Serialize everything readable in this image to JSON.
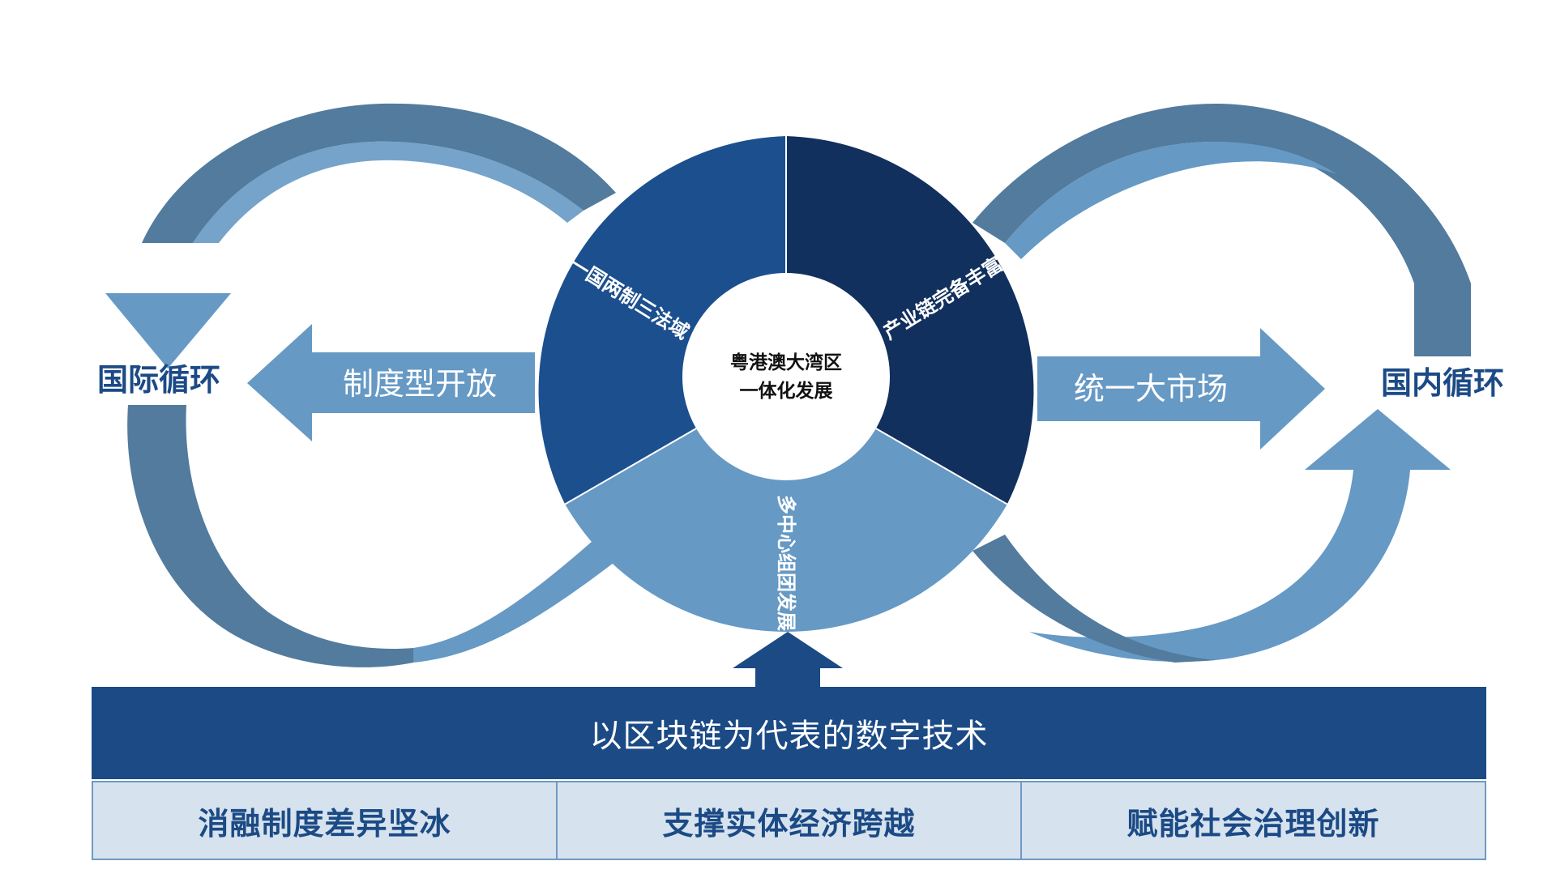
{
  "center": {
    "line1": "粤港澳大湾区",
    "line2": "一体化发展"
  },
  "ring": {
    "top_left": "一国两制三法域",
    "top_right": "产业链完备丰富",
    "bottom": "多中心组团发展"
  },
  "left": {
    "loop_label": "国际循环",
    "arrow_label": "制度型开放"
  },
  "right": {
    "loop_label": "国内循环",
    "arrow_label": "统一大市场"
  },
  "base": {
    "title": "以区块链为代表的数字技术",
    "items": [
      "消融制度差异坚冰",
      "支撑实体经济跨越",
      "赋能社会治理创新"
    ]
  },
  "colors": {
    "dark_navy": "#12305e",
    "mid_blue": "#1c4f8e",
    "light_blue": "#6699c4",
    "loop_dark": "#527b9e",
    "base_fill": "#d6e2ee"
  }
}
